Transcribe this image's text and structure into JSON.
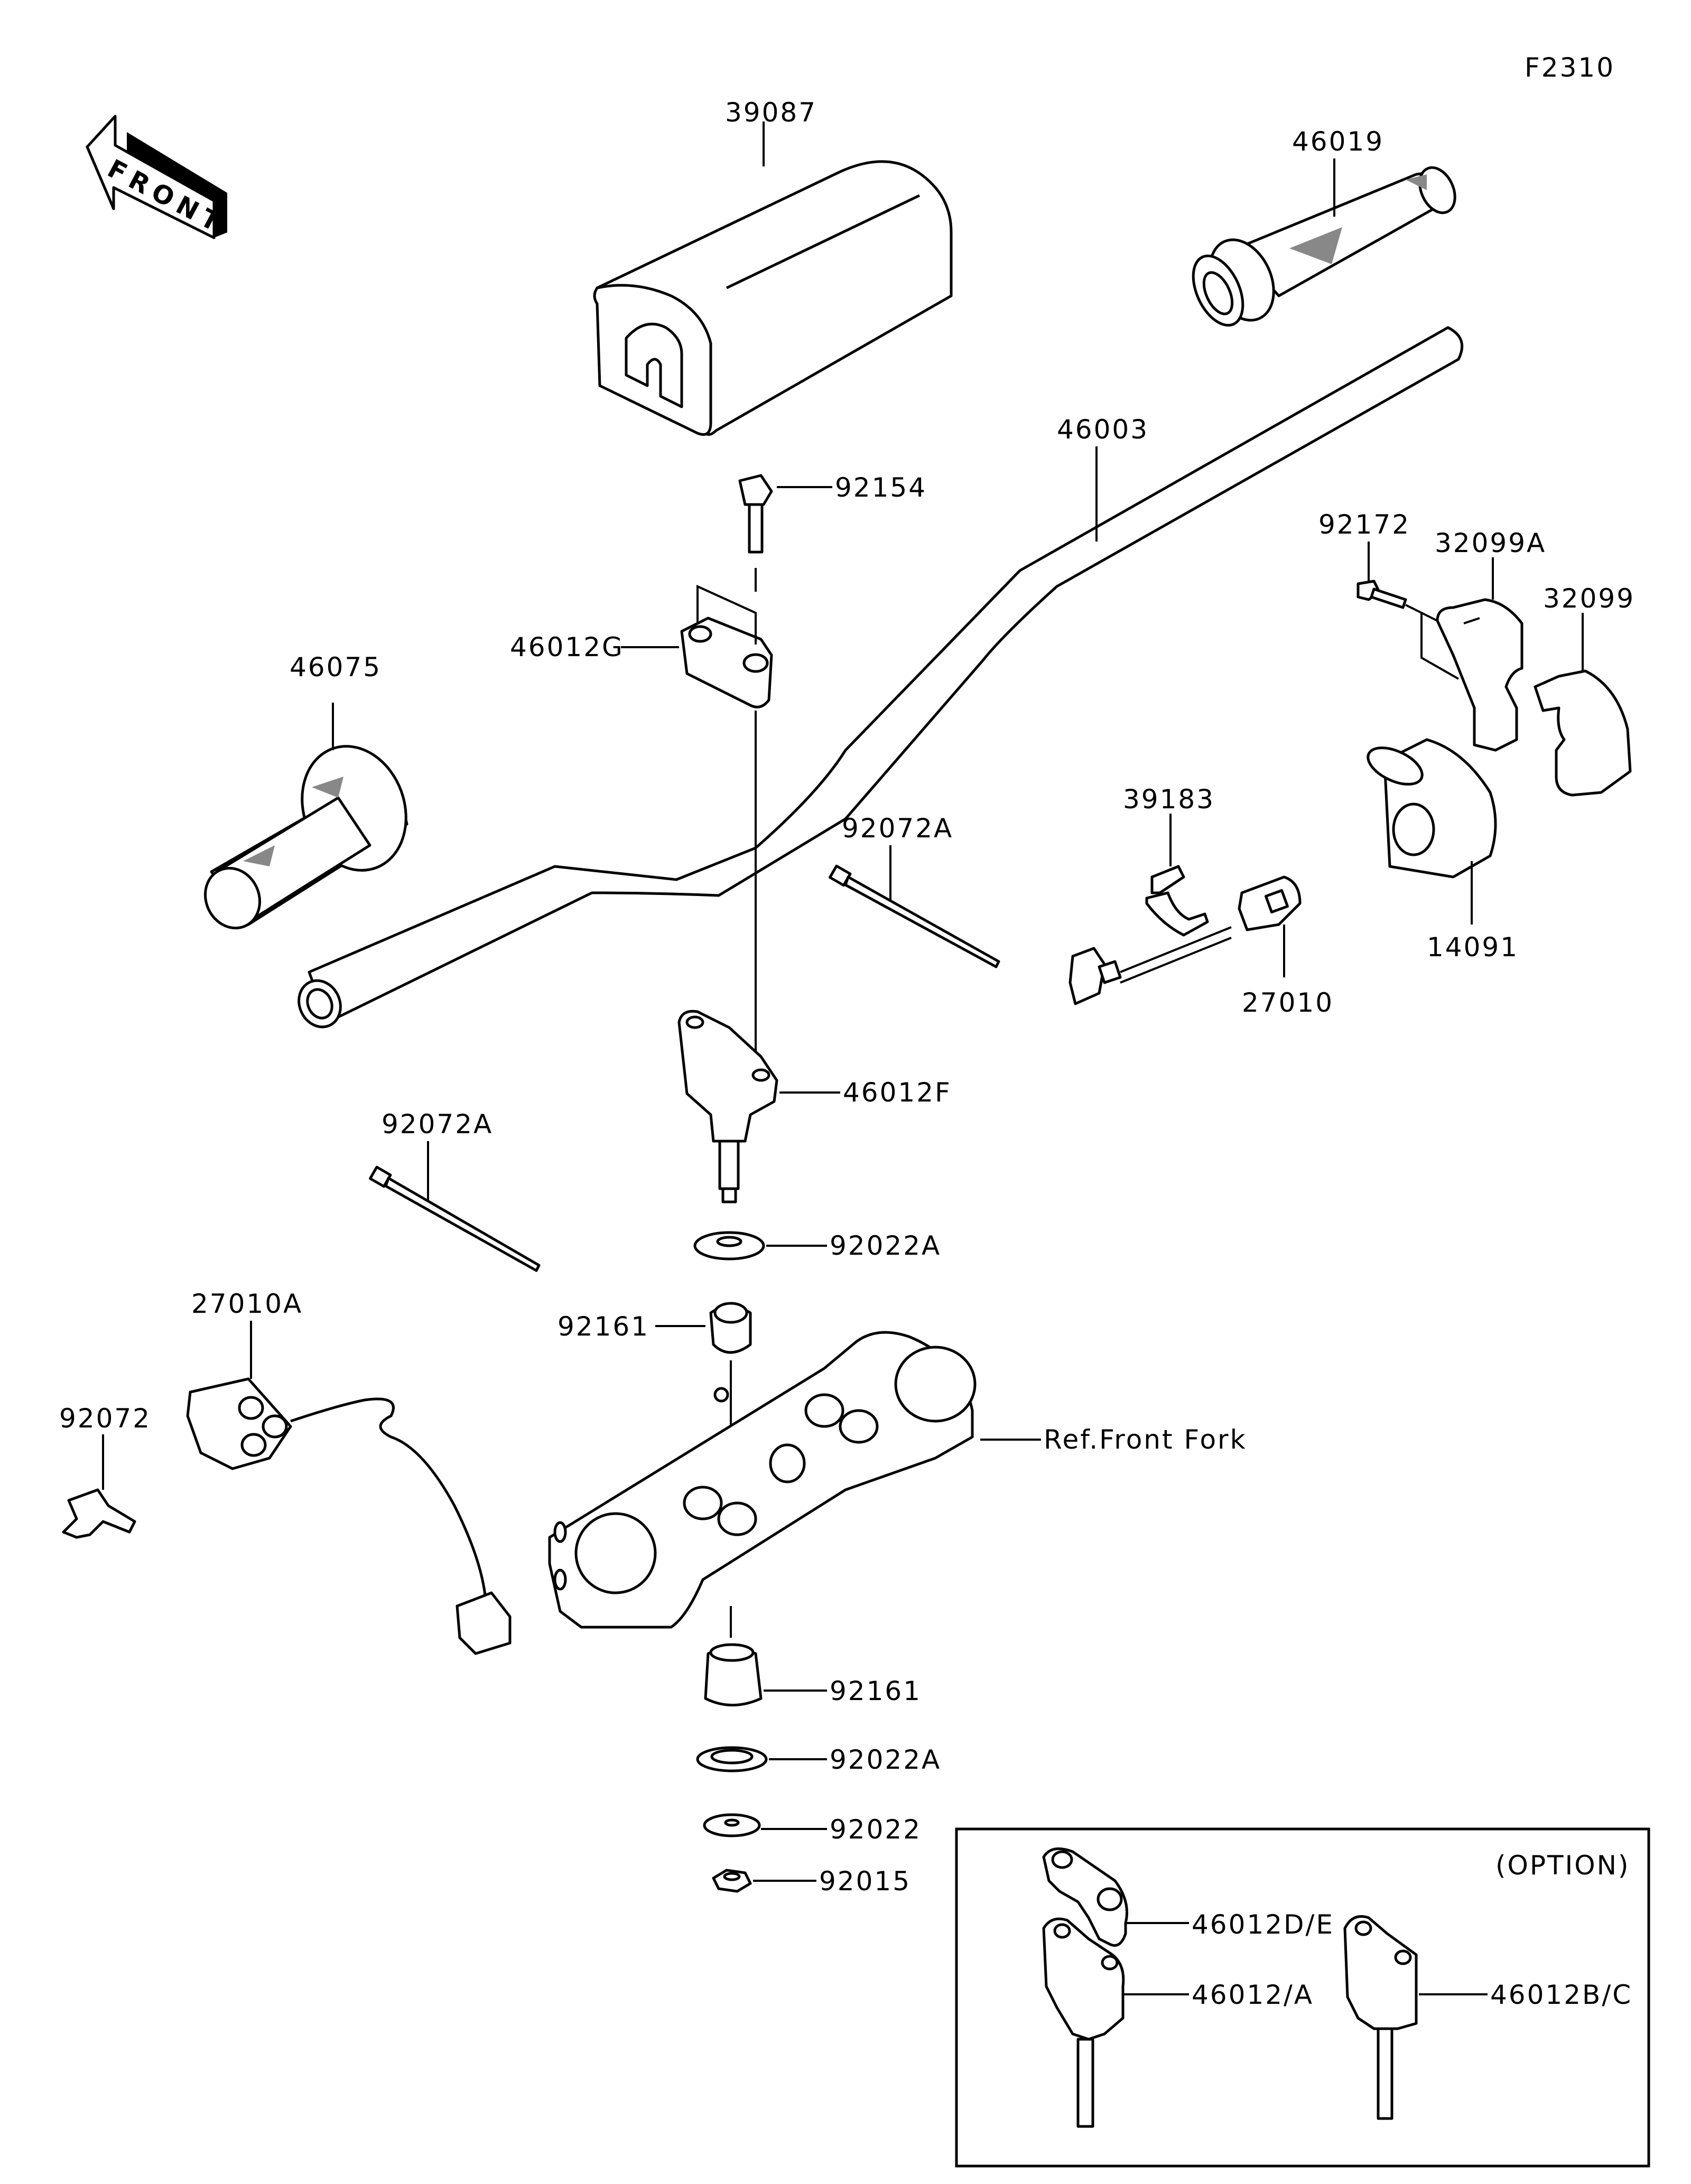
{
  "diagram_code": "F2310",
  "front_arrow": {
    "text": "FRONT",
    "icon": "front-direction-arrow-icon"
  },
  "parts": {
    "p39087": "39087",
    "p46019": "46019",
    "p46003": "46003",
    "p92154": "92154",
    "p92172": "92172",
    "p32099A": "32099A",
    "p32099": "32099",
    "p46012G": "46012G",
    "p46075": "46075",
    "p39183": "39183",
    "p92072A_1": "92072A",
    "p14091": "14091",
    "p27010": "27010",
    "p46012F": "46012F",
    "p92072A_2": "92072A",
    "p92022A_1": "92022A",
    "p27010A": "27010A",
    "p92161_1": "92161",
    "p92072": "92072",
    "ref_front_fork": "Ref.Front Fork",
    "p92161_2": "92161",
    "p92022A_2": "92022A",
    "p92022": "92022",
    "p92015": "92015"
  },
  "option_box": {
    "title": "(OPTION)",
    "items": [
      "46012D/E",
      "46012/A",
      "46012B/C"
    ]
  }
}
